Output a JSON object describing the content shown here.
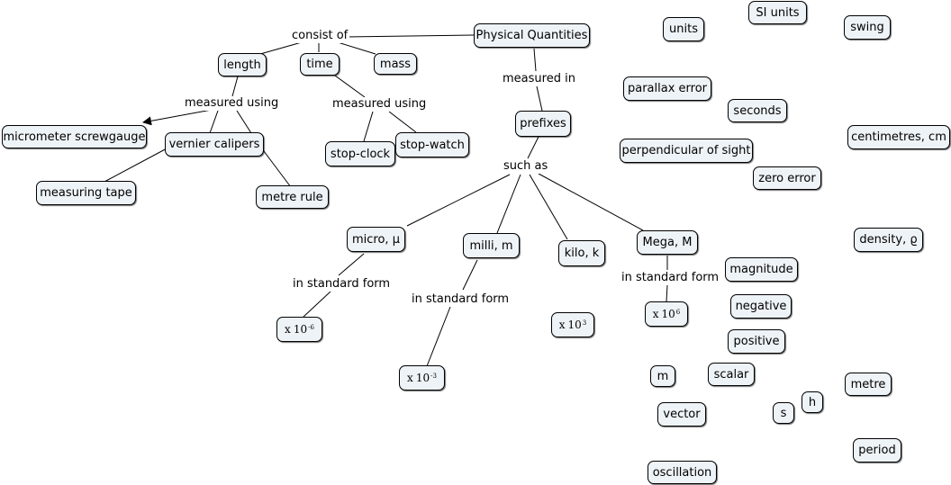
{
  "nodes": {
    "physical_quantities": "Physical Quantities",
    "length": "length",
    "time": "time",
    "mass": "mass",
    "micrometer_screwgauge": "micrometer screwgauge",
    "vernier_calipers": "vernier calipers",
    "measuring_tape": "measuring tape",
    "metre_rule": "metre rule",
    "stop_clock": "stop-clock",
    "stop_watch": "stop-watch",
    "prefixes": "prefixes",
    "micro": "micro, µ",
    "milli": "milli, m",
    "kilo": "kilo, k",
    "mega": "Mega, M",
    "micro_std": {
      "x": "x",
      "base": "10",
      "exp": "-6"
    },
    "milli_std": {
      "x": "x",
      "base": "10",
      "exp": "-3"
    },
    "kilo_std": {
      "x": "x",
      "base": "10",
      "exp": "3"
    },
    "mega_std": {
      "x": "x",
      "base": "10",
      "exp": "6"
    },
    "units": "units",
    "si_units": "SI units",
    "swing": "swing",
    "parallax_error": "parallax error",
    "seconds": "seconds",
    "centimetres": "centimetres, cm",
    "perpendicular_of_sight": "perpendicular of sight",
    "zero_error": "zero error",
    "density": "density, ϱ",
    "magnitude": "magnitude",
    "negative": "negative",
    "positive": "positive",
    "m": "m",
    "scalar": "scalar",
    "metre": "metre",
    "h": "h",
    "s": "s",
    "vector": "vector",
    "period": "period",
    "oscillation": "oscillation"
  },
  "link_labels": {
    "consist_of": "consist of",
    "measured_in": "measured in",
    "measured_using_length": "measured using",
    "measured_using_time": "measured using",
    "such_as": "such as",
    "in_standard_form_micro": "in standard form",
    "in_standard_form_milli": "in standard form",
    "in_standard_form_mega": "in standard form"
  },
  "colors": {
    "node_fill": "#eef3f7",
    "node_border": "#000000",
    "link_line": "#000000"
  }
}
